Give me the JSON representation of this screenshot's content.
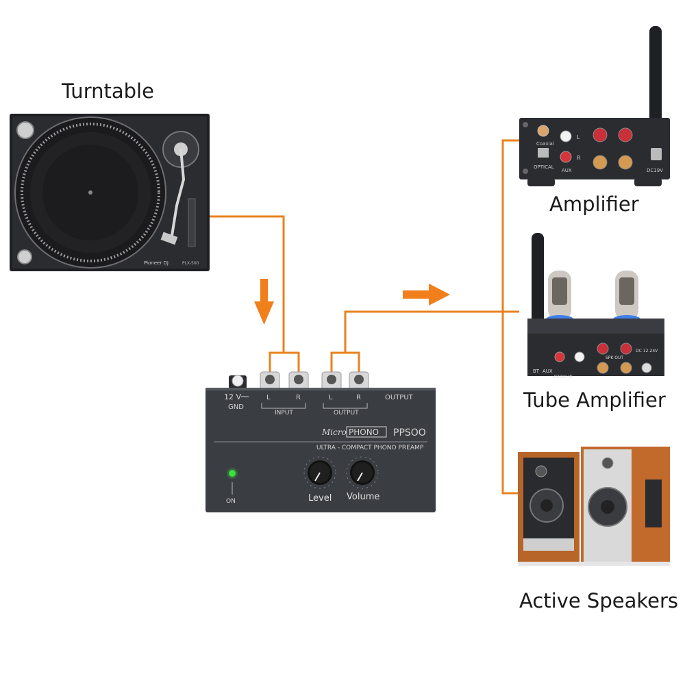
{
  "labels": {
    "turntable": "Turntable",
    "amplifier": "Amplifier",
    "tube_amplifier": "Tube Amplifier",
    "active_speakers": "Active Speakers"
  },
  "preamp": {
    "power_label": "12 V",
    "gnd_label": "GND",
    "input_l": "L",
    "input_r": "R",
    "input_label": "INPUT",
    "output_l": "L",
    "output_r": "R",
    "output_label": "OUTPUT",
    "output_side_label": "OUTPUT",
    "brand_micro": "Micro",
    "brand_phono": "PHONO",
    "model": "PPSOO",
    "subtitle": "ULTRA - COMPACT PHONO PREAMP",
    "on_label": "ON",
    "knob1_label": "Level",
    "knob2_label": "Volume"
  },
  "turntable_device": {
    "brand": "Pioneer DJ",
    "model": "PLX-500"
  },
  "amplifier_device": {
    "coaxial": "Coaxial",
    "optical": "OPTICAL",
    "aux": "AUX",
    "l": "L",
    "r": "R",
    "power": "DC19V"
  },
  "tube_device": {
    "bt": "BT",
    "aux": "AUX",
    "audio_in": "AUDIO IN",
    "spk_out": "SPK OUT",
    "dc": "DC 12-24V"
  },
  "colors": {
    "wire": "#e8821e",
    "arrow": "#f07f1c",
    "device_dark": "#2a2c30",
    "preamp_body": "#3a3d42",
    "led": "#39e23b",
    "wood": "#b8652a"
  }
}
